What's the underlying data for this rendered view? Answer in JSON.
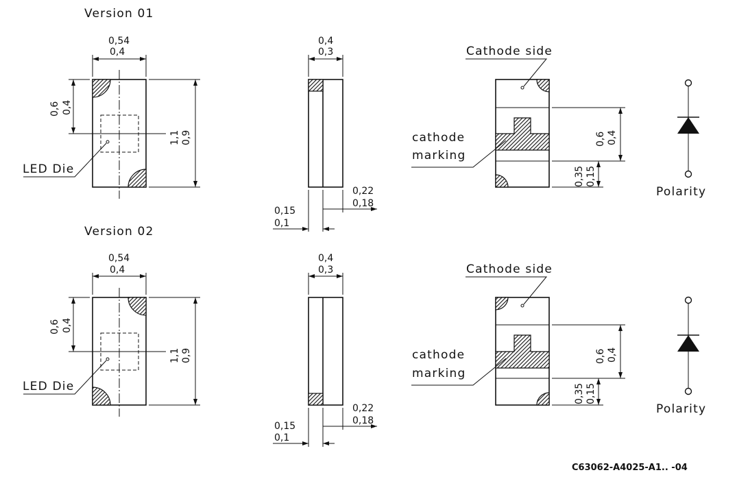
{
  "version_labels": [
    "Version 01",
    "Version 02"
  ],
  "top_view": {
    "width_max": "0,54",
    "width_min": "0,4",
    "die_offset_max": "0,6",
    "die_offset_min": "0,4",
    "length_max": "1,1",
    "length_min": "0,9",
    "die_label": "LED Die"
  },
  "side_view": {
    "thickness_max": "0,4",
    "thickness_min": "0,3",
    "left_max": "0,15",
    "left_min": "0,1",
    "right_max": "0,22",
    "right_min": "0,18"
  },
  "bottom_view": {
    "cathode_side_label": "Cathode side",
    "marking_label_line1": "cathode",
    "marking_label_line2": "marking",
    "marking_max": "0,6",
    "marking_min": "0,4",
    "gap_max": "0,35",
    "gap_min": "0,15"
  },
  "polarity_label": "Polarity",
  "drawing_code": "C63062-A4025-A1.. -04",
  "colors": {
    "line": "#111111",
    "background": "#ffffff"
  }
}
